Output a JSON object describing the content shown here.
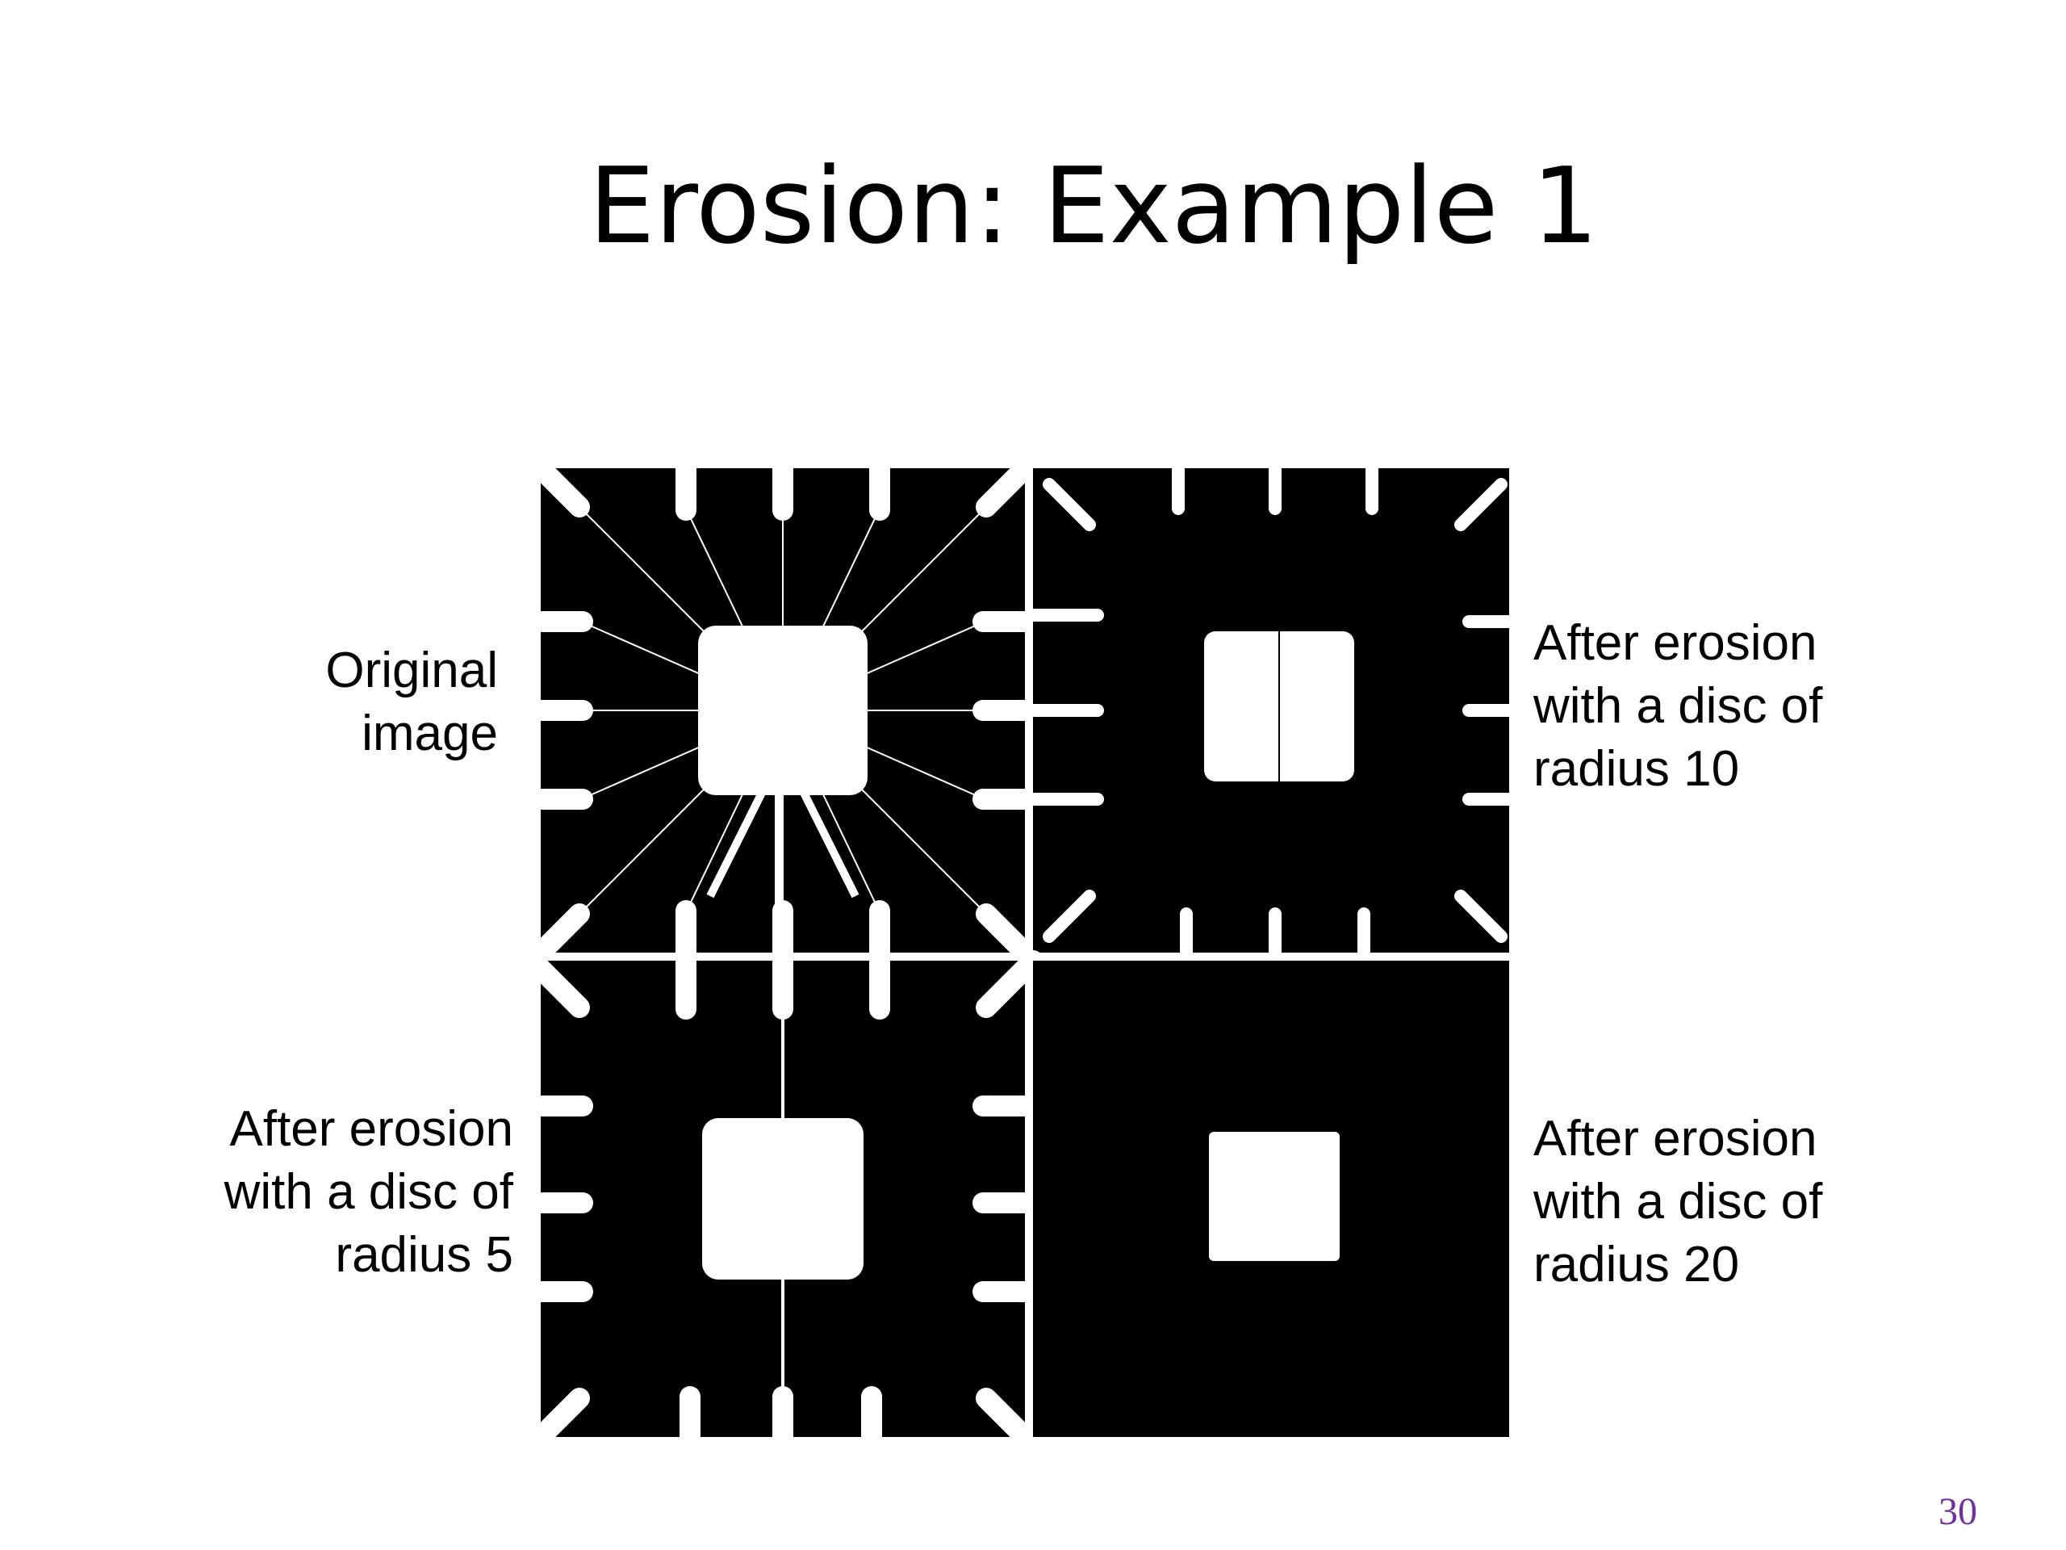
{
  "slide": {
    "title": "Erosion: Example 1",
    "page_number": "30"
  },
  "captions": {
    "original": [
      "Original",
      "image"
    ],
    "radius5": [
      "After erosion",
      "with a disc of",
      "radius 5"
    ],
    "radius10": [
      "After erosion",
      "with a disc of",
      "radius 10"
    ],
    "radius20": [
      "After erosion",
      "with a disc of",
      "radius 20"
    ]
  },
  "colors": {
    "foreground": "#000000",
    "background": "#ffffff",
    "page_number": "#7030a0"
  }
}
